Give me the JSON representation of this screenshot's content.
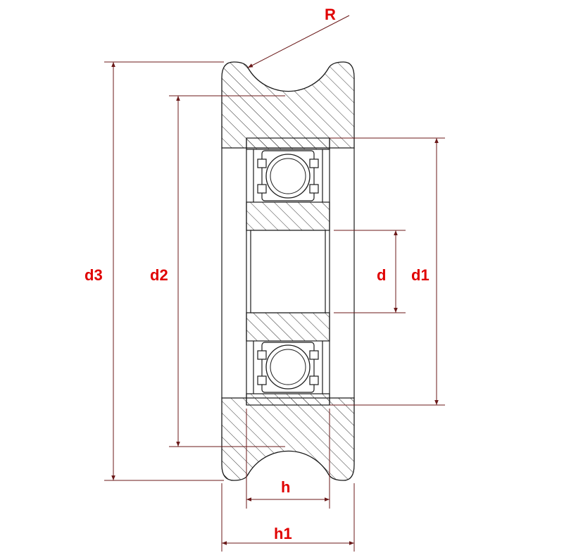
{
  "labels": {
    "R": "R",
    "d3": "d3",
    "d2": "d2",
    "d": "d",
    "d1": "d1",
    "h": "h",
    "h1": "h1"
  },
  "colors": {
    "label": "#e00000",
    "dimension_line": "#6b1a1a",
    "outline": "#1a1a1a",
    "hatch": "#333333",
    "background": "#ffffff"
  }
}
